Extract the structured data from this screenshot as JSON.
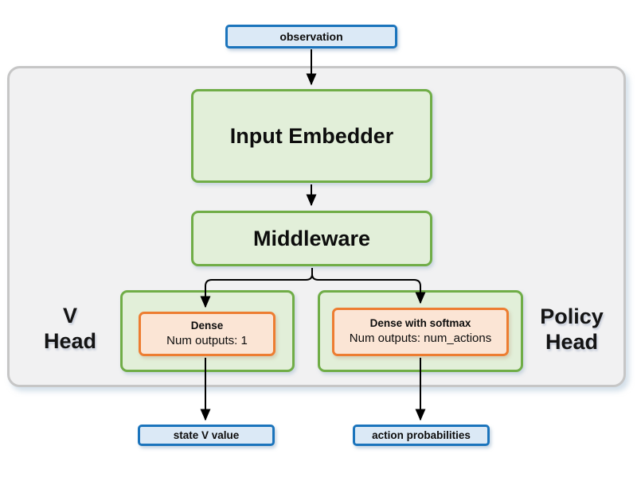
{
  "diagram": {
    "title_semantic": "actor-critic network architecture",
    "input_node": {
      "label": "observation"
    },
    "blocks": {
      "input_embedder": {
        "label": "Input Embedder"
      },
      "middleware": {
        "label": "Middleware"
      }
    },
    "heads": {
      "v_head": {
        "label_line1": "V",
        "label_line2": "Head",
        "dense": {
          "title": "Dense",
          "subtitle": "Num outputs: 1"
        }
      },
      "policy_head": {
        "label_line1": "Policy",
        "label_line2": "Head",
        "dense": {
          "title": "Dense with softmax",
          "subtitle": "Num outputs: num_actions"
        }
      }
    },
    "outputs": {
      "state_v_value": {
        "label": "state V value"
      },
      "action_probabilities": {
        "label": "action probabilities"
      }
    },
    "colors": {
      "io_fill": "#dbe9f6",
      "io_border": "#1b74bc",
      "block_fill": "#e2efd9",
      "block_border": "#70ad47",
      "dense_fill": "#fbe5d5",
      "dense_border": "#ed7d31",
      "container_fill": "#f1f1f2",
      "container_border": "#c6c6c6",
      "arrow": "#000000"
    }
  }
}
